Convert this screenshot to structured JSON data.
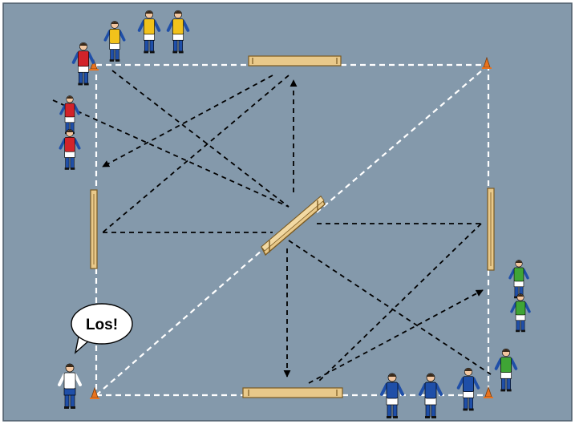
{
  "speech_bubble": {
    "text": "Los!"
  },
  "colors": {
    "field": "#8499AB",
    "field_border": "#4B5A68",
    "boundary": "#FFFFFF",
    "pass_line": "#000000",
    "bench": "#E9C98A",
    "bench_edge": "#7A5A22",
    "cone": "#E8731F",
    "blue_kit": "#1F4FA8",
    "red_kit": "#D2232A",
    "yellow_bib": "#F2C21B",
    "green_bib": "#3FA535",
    "skin": "#F3C7A1"
  },
  "icons": {
    "cone": "training-cone",
    "bench": "wooden-bench",
    "player": "player-figure",
    "arrow": "pass-arrow"
  }
}
